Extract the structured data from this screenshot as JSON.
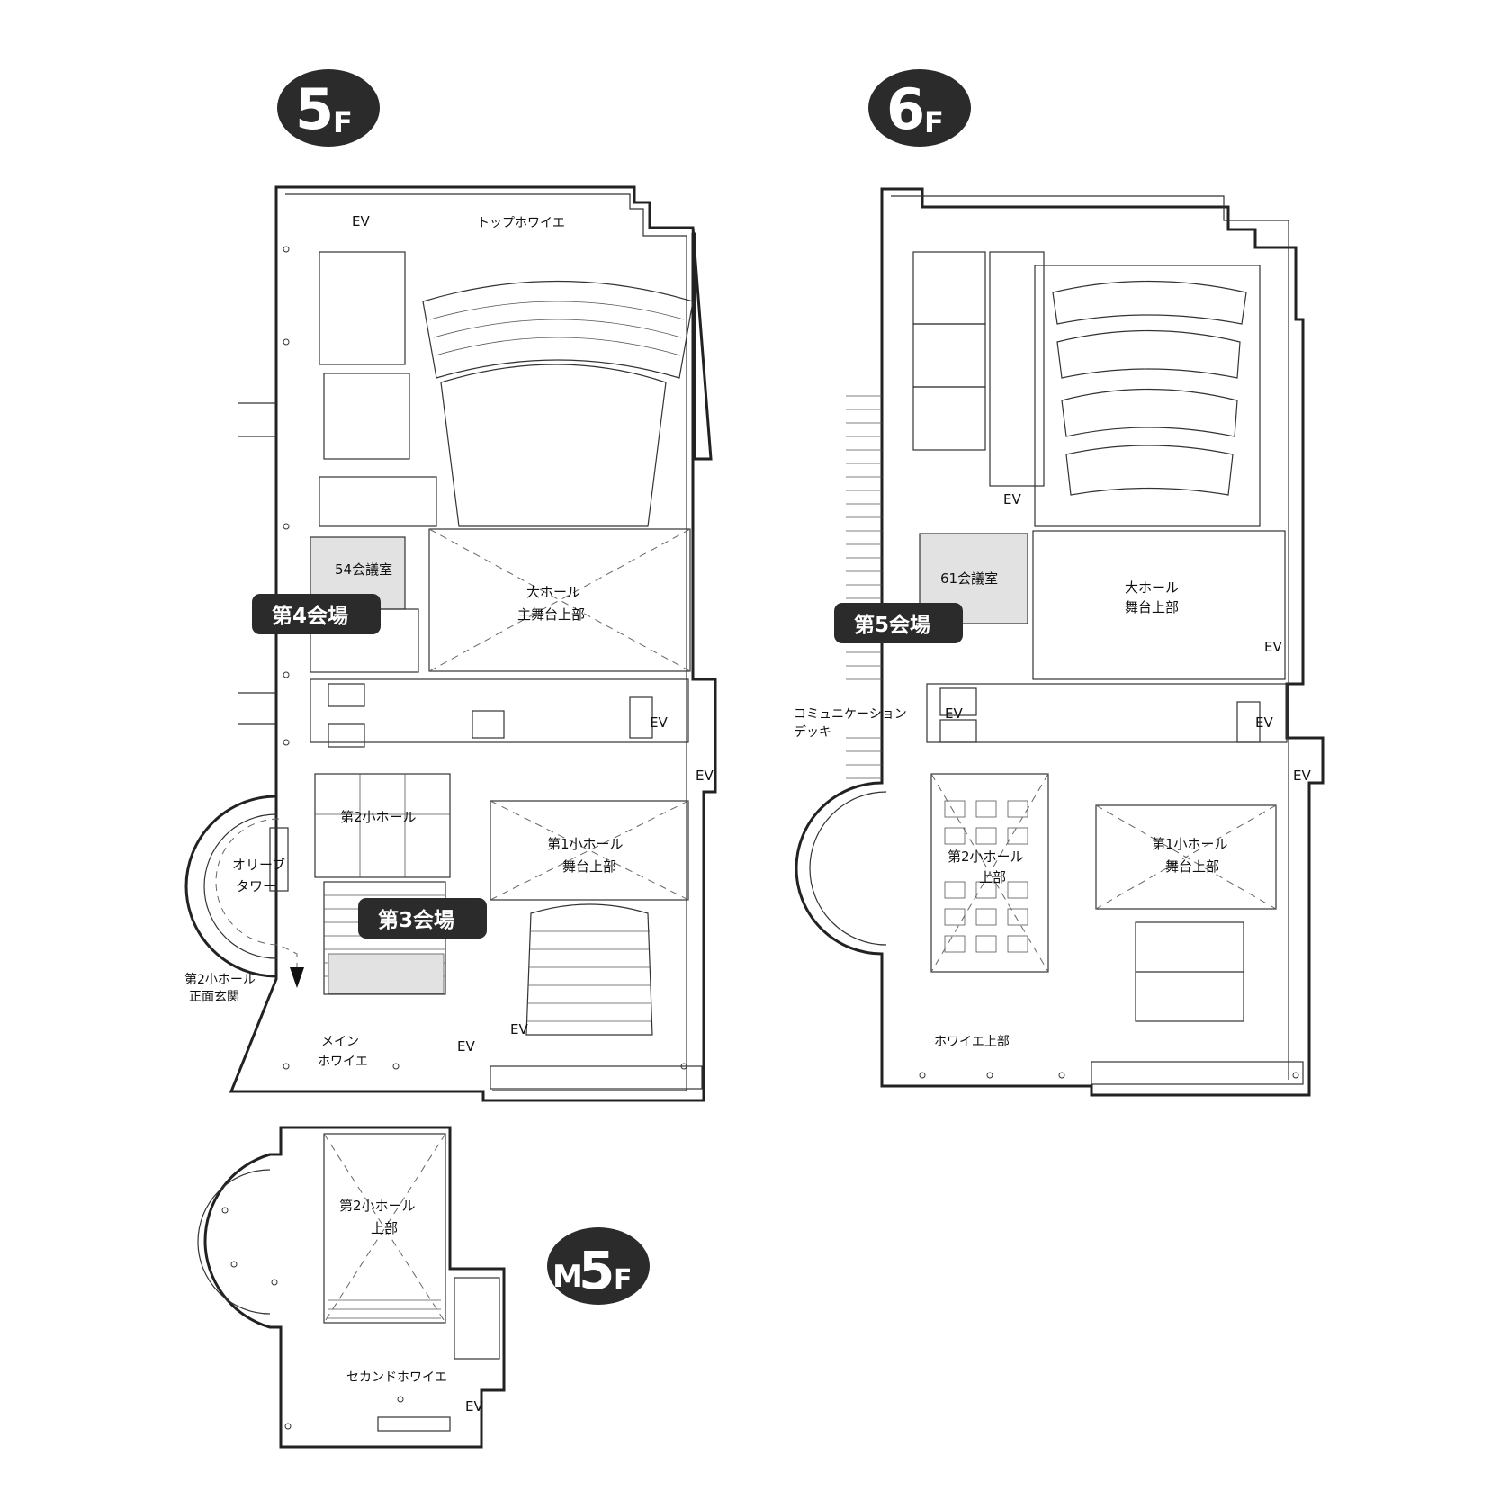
{
  "floors": {
    "f5": {
      "num": "5",
      "suffix": "F"
    },
    "f6": {
      "num": "6",
      "suffix": "F"
    },
    "m5": {
      "prefix": "M",
      "num": "5",
      "suffix": "F"
    }
  },
  "venues": {
    "v3": "第3会場",
    "v4": "第4会場",
    "v5": "第5会場"
  },
  "rooms5f": {
    "top_foyer": "トップホワイエ",
    "conf54": "54会議室",
    "big_hall_1": "大ホール",
    "big_hall_2": "主舞台上部",
    "small2": "第2小ホール",
    "small1_1": "第1小ホール",
    "small1_2": "舞台上部",
    "olive_1": "オリーブ",
    "olive_2": "タワー",
    "entrance_1": "第2小ホール",
    "entrance_2": "正面玄関",
    "main_foyer_1": "メイン",
    "main_foyer_2": "ホワイエ"
  },
  "rooms6f": {
    "conf61": "61会議室",
    "big_hall_1": "大ホール",
    "big_hall_2": "舞台上部",
    "comm_1": "コミュニケーション",
    "comm_2": "デッキ",
    "small2_1": "第2小ホール",
    "small2_2": "上部",
    "small1_1": "第1小ホール",
    "small1_2": "舞台上部",
    "foyer_upper": "ホワイエ上部"
  },
  "roomsM5": {
    "small2_1": "第2小ホール",
    "small2_2": "上部",
    "second_foyer": "セカンドホワイエ"
  },
  "ev_label": "EV",
  "colors": {
    "badge": "#2b2b2b",
    "conference_fill": "#e2e2e2",
    "wall": "#222222"
  }
}
